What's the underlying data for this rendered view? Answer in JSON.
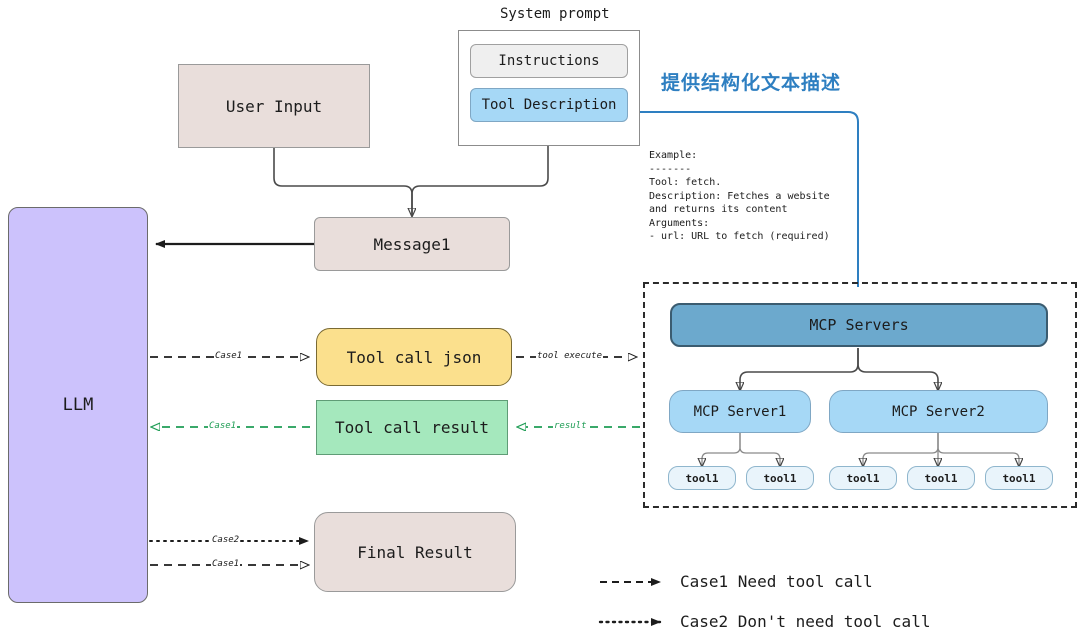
{
  "diagram": {
    "title_caption": "System prompt",
    "nodes": {
      "user_input": "User Input",
      "instructions": "Instructions",
      "tool_description": "Tool Description",
      "message1": "Message1",
      "llm": "LLM",
      "tool_call_json": "Tool call json",
      "tool_call_result": "Tool call result",
      "final_result": "Final Result",
      "mcp_servers": "MCP Servers",
      "mcp_server1": "MCP Server1",
      "mcp_server2": "MCP Server2",
      "tool_s1_a": "tool1",
      "tool_s1_b": "tool1",
      "tool_s2_a": "tool1",
      "tool_s2_b": "tool1",
      "tool_s2_c": "tool1"
    },
    "annotation_cn": "提供结构化文本描述",
    "example_text": "Example:\n-------\nTool: fetch.\nDescription: Fetches a website\nand returns its content\nArguments:\n- url: URL to fetch (required)",
    "edge_labels": {
      "case1_to_json": "Case1",
      "tool_execute": "tool execute",
      "case1_from_result": "Case1",
      "result": "result",
      "case2_to_final": "Case2",
      "case1_to_final": "Case1"
    },
    "legend": {
      "dashed_label": "Case1 Need tool call",
      "dotted_label": "Case2 Don't need tool call"
    },
    "colors": {
      "beige": "#e9dedb",
      "purple": "#ccc2fc",
      "yellow": "#fbe08d",
      "green": "#a5e8bd",
      "mcp_header_blue": "#6ca9cd",
      "mcp_server_blue": "#a6d8f6",
      "tool_blue": "#e9f4fb",
      "annotation_blue": "#2e7fc1",
      "green_edge": "#1f9d55"
    }
  }
}
